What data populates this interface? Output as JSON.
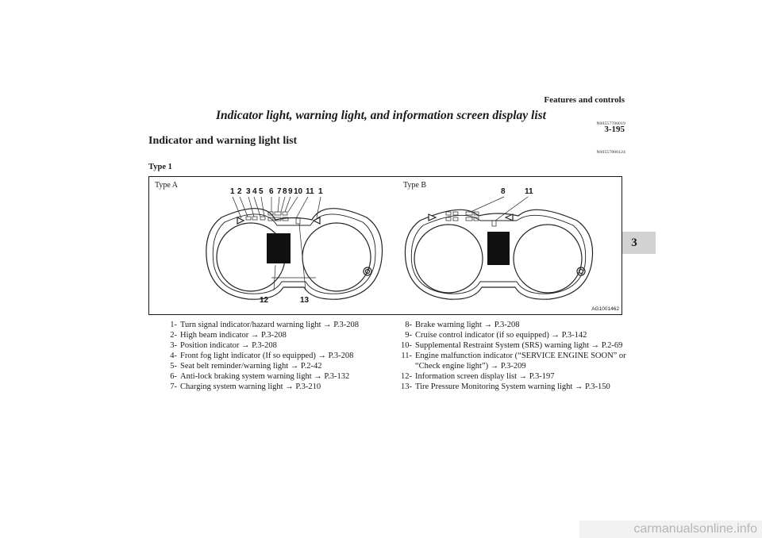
{
  "header": {
    "section": "Features and controls",
    "page_number": "3-195",
    "chapter_tab": "3"
  },
  "title": "Indicator light, warning light, and information screen display list",
  "title_code": "N00557700019",
  "subtitle": "Indicator and warning light list",
  "subtitle_code": "N00557800124",
  "type_label": "Type 1",
  "figure": {
    "type_a_label": "Type A",
    "type_b_label": "Type B",
    "code": "AG1001462",
    "callouts_a_top": [
      "1",
      "2",
      "3",
      "4",
      "5",
      "6",
      "7",
      "8",
      "9",
      "10",
      "11",
      "1"
    ],
    "callouts_a_bottom": [
      "12",
      "13"
    ],
    "callouts_b_top": [
      "8",
      "11"
    ]
  },
  "items_left": [
    {
      "num": "1-",
      "text": "Turn signal indicator/hazard warning light → P.3-208"
    },
    {
      "num": "2-",
      "text": "High beam indicator → P.3-208"
    },
    {
      "num": "3-",
      "text": "Position indicator → P.3-208"
    },
    {
      "num": "4-",
      "text": "Front fog light indicator (If so equipped) → P.3-208"
    },
    {
      "num": "5-",
      "text": "Seat belt reminder/warning light → P.2-42"
    },
    {
      "num": "6-",
      "text": "Anti-lock braking system warning light → P.3-132"
    },
    {
      "num": "7-",
      "text": "Charging system warning light → P.3-210"
    }
  ],
  "items_right": [
    {
      "num": "8-",
      "text": "Brake warning light → P.3-208"
    },
    {
      "num": "9-",
      "text": "Cruise control indicator (if so equipped) → P.3-142"
    },
    {
      "num": "10-",
      "text": "Supplemental Restraint System (SRS) warning light → P.2-69"
    },
    {
      "num": "11-",
      "text": "Engine malfunction indicator (“SERVICE ENGINE SOON” or “Check engine light”) → P.3-209"
    },
    {
      "num": "12-",
      "text": "Information screen display list → P.3-197"
    },
    {
      "num": "13-",
      "text": "Tire Pressure Monitoring System warning light → P.3-150"
    }
  ],
  "watermark": "carmanualsonline.info"
}
